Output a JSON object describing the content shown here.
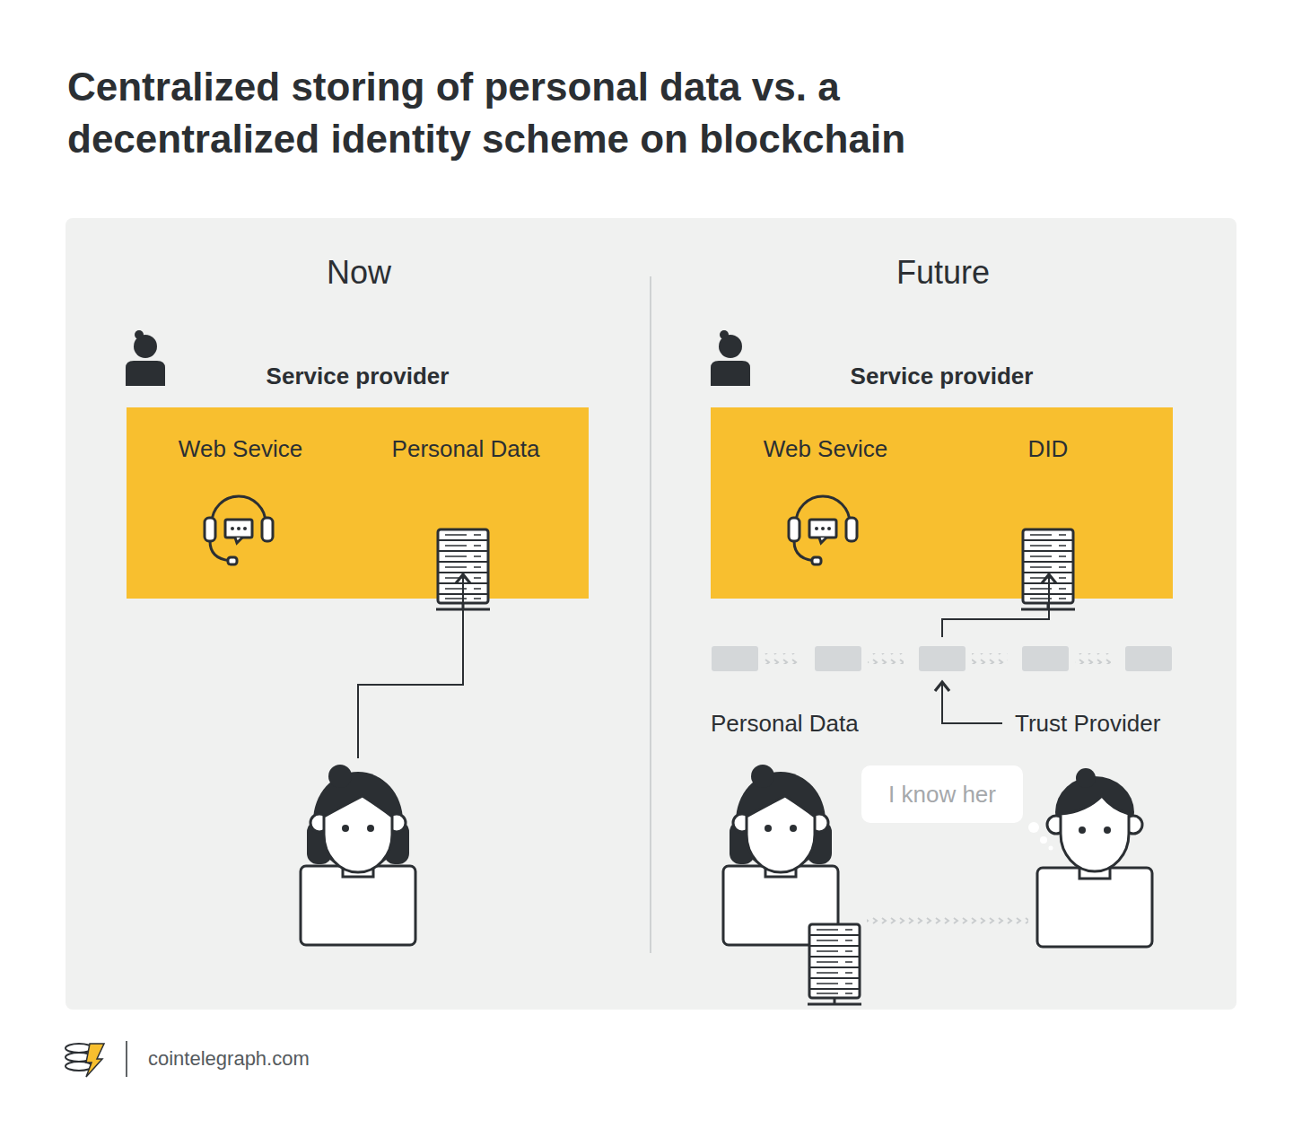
{
  "diagram": {
    "title": "Centralized storing of personal data vs. a decentralized identity scheme on blockchain",
    "nodes": [
      {
        "text": [
          "Service provider"
        ]
      },
      {
        "text": [
          "Service provider"
        ]
      },
      {
        "text": [
          "I know her"
        ]
      }
    ],
    "labels": [
      "Now",
      "Future",
      "Web Sevice",
      "Personal Data",
      "Web Sevice",
      "DID",
      "Personal Data",
      "Trust Provider",
      "cointelegraph.com"
    ]
  }
}
